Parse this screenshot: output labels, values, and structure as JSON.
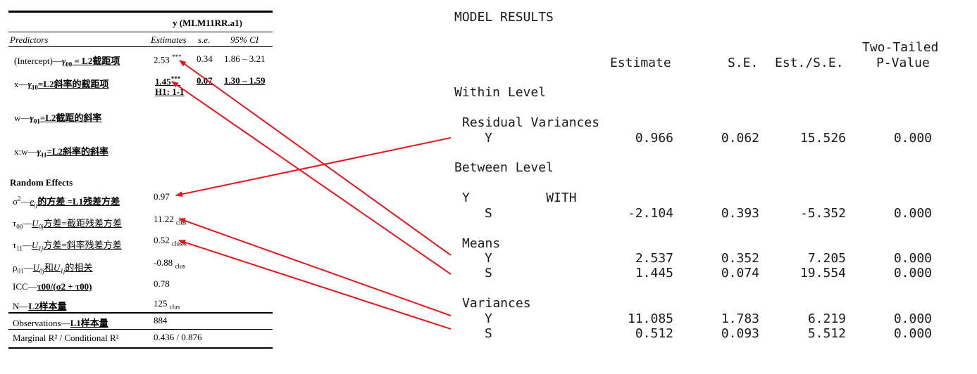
{
  "left_table": {
    "header_title": "y (MLM11RR.a1)",
    "columns": {
      "predictors": "Predictors",
      "estimates": "Estimates",
      "se": "s.e.",
      "ci": "95% CI"
    },
    "fixed_rows": [
      {
        "label_prefix": "(Intercept)—",
        "label_gamma": "γ",
        "label_sub": "00",
        "label_suffix": " = L2截距项",
        "estimate": "2.53",
        "stars": "***",
        "se": "0.34",
        "ci": "1.86 – 3.21"
      },
      {
        "label_prefix": "x—",
        "label_gamma": "γ",
        "label_sub": "10",
        "label_suffix": "=L2斜率的截距项",
        "estimate": "1.45",
        "stars": "***",
        "se": "0.07",
        "ci": "1.30 – 1.59",
        "note": "H1: 1-1"
      },
      {
        "label_prefix": "w—",
        "label_gamma": "γ",
        "label_sub": "01",
        "label_suffix": "=L2截距的斜率"
      },
      {
        "label_prefix": "x:w—",
        "label_gamma": "γ",
        "label_sub": "11",
        "label_suffix": "=L2斜率的斜率"
      }
    ],
    "random_effects_heading": "Random Effects",
    "random_rows": [
      {
        "label_pre": "σ",
        "label_sup": "2",
        "label_mid": "—",
        "label_var": "e",
        "label_varsub": "ij",
        "label_suffix": "的方差 =L1残差方差",
        "value": "0.97",
        "value_note": ""
      },
      {
        "label_pre": "τ",
        "label_sub": "00",
        "label_mid": "—",
        "label_var": "U",
        "label_varsub": "0j",
        "label_suffix": "方差=截距残差方差",
        "value": "11.22",
        "value_note": "clus"
      },
      {
        "label_pre": "τ",
        "label_sub": "11",
        "label_mid": "—",
        "label_var": "U",
        "label_varsub": "1j",
        "label_suffix": "方差=斜率残差方差",
        "value": "0.52",
        "value_note": "clus.x"
      },
      {
        "label_pre": "ρ",
        "label_sub": "01",
        "label_mid": "—",
        "label_var": "U",
        "label_varsub": "0j",
        "label_suffix": "和",
        "label_var2": "U",
        "label_varsub2": "1j",
        "label_suffix2": "的相关",
        "value": "-0.88",
        "value_note": "clus"
      },
      {
        "label_plain": "ICC—",
        "label_formula": "τ00/(σ2 + τ00)",
        "value": "0.78",
        "value_note": ""
      },
      {
        "label_plain": "N—",
        "label_formula": "L2样本量",
        "value": "125",
        "value_note": "clus"
      }
    ],
    "bottom_rows": [
      {
        "label_plain": "Observations—",
        "label_formula": "L1样本量",
        "value": "884"
      },
      {
        "label_plain": "Marginal R² / Conditional R²",
        "value": "0.436 / 0.876"
      }
    ]
  },
  "model_results": {
    "title": "MODEL RESULTS",
    "headers": {
      "estimate": "Estimate",
      "se": "S.E.",
      "est_se": "Est./S.E.",
      "two_tailed": "Two-Tailed",
      "p_value": "P-Value"
    },
    "sections": [
      {
        "heading": "Within Level"
      },
      {
        "subheading": "Residual Variances",
        "rows": [
          {
            "var": "Y",
            "estimate": "0.966",
            "se": "0.062",
            "est_se": "15.526",
            "p": "0.000"
          }
        ]
      },
      {
        "heading": "Between Level"
      },
      {
        "subheading": "Y          WITH",
        "rows": [
          {
            "var": "S",
            "estimate": "-2.104",
            "se": "0.393",
            "est_se": "-5.352",
            "p": "0.000"
          }
        ]
      },
      {
        "subheading": "Means",
        "rows": [
          {
            "var": "Y",
            "estimate": "2.537",
            "se": "0.352",
            "est_se": "7.205",
            "p": "0.000"
          },
          {
            "var": "S",
            "estimate": "1.445",
            "se": "0.074",
            "est_se": "19.554",
            "p": "0.000"
          }
        ]
      },
      {
        "subheading": "Variances",
        "rows": [
          {
            "var": "Y",
            "estimate": "11.085",
            "se": "1.783",
            "est_se": "6.219",
            "p": "0.000"
          },
          {
            "var": "S",
            "estimate": "0.512",
            "se": "0.093",
            "est_se": "5.512",
            "p": "0.000"
          }
        ]
      }
    ]
  },
  "colors": {
    "arrow": "#e8151b",
    "rule": "#000000",
    "mono_text": "#1a1a1a"
  }
}
